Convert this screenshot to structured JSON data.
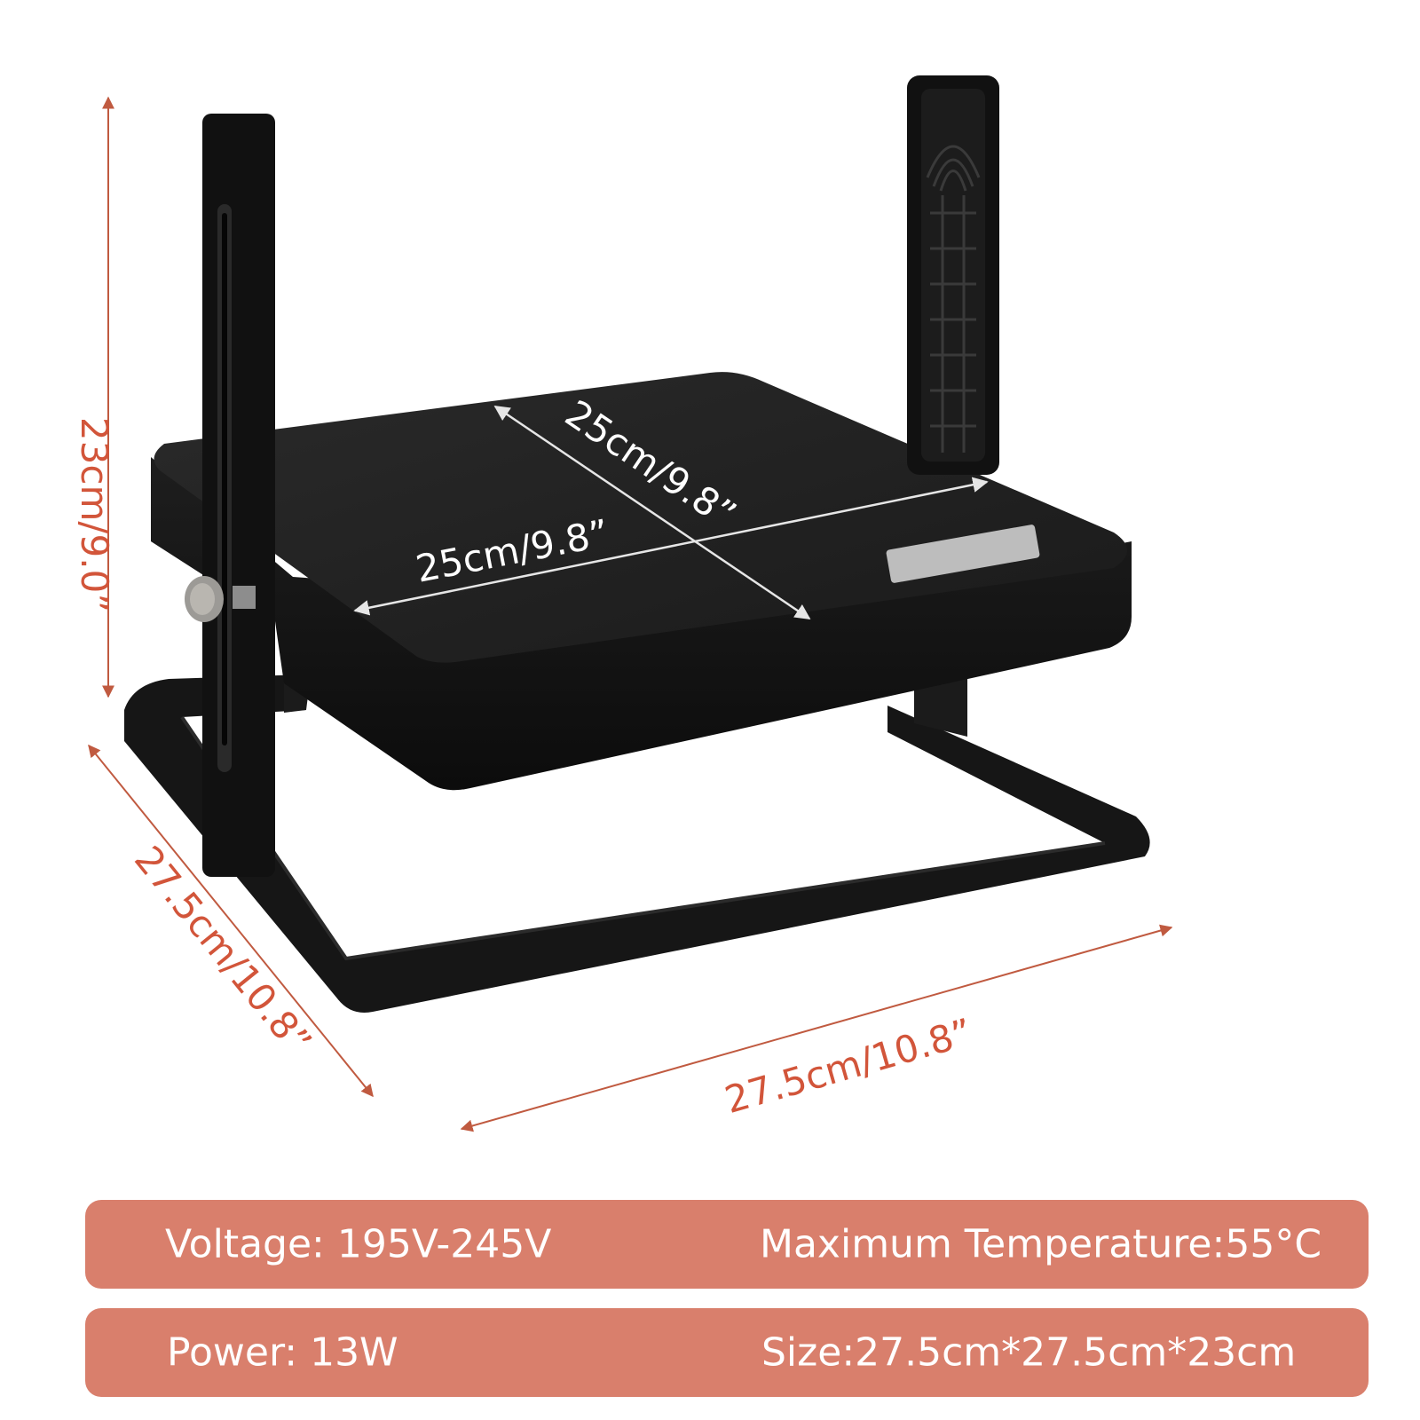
{
  "colors": {
    "accent": "#d97f6c",
    "dimension_line": "#c05a40",
    "dimension_text_red": "#d2553a",
    "product_black": "#141414",
    "bar_text": "#ffffff"
  },
  "dimensions": {
    "height": "23cm/9.0”",
    "depth_left": "27.5cm/10.8”",
    "width_bottom": "27.5cm/10.8”",
    "top_diagonal": "25cm/9.8”",
    "top_width": "25cm/9.8”"
  },
  "specs": {
    "voltage": "Voltage: 195V-245V",
    "max_temperature": "Maximum Temperature:55°C",
    "power": "Power: 13W",
    "size": "Size:27.5cm*27.5cm*23cm"
  },
  "icons": {
    "product": "foot-warmer-stand-illustration",
    "knob": "adjustment-knob-icon"
  }
}
